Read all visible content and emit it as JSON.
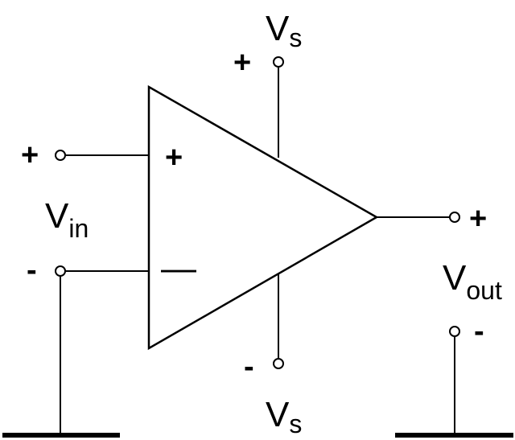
{
  "diagram": {
    "supply_top": {
      "label_main": "V",
      "label_sub": "s",
      "terminal_sign": "+"
    },
    "supply_bottom": {
      "label_main": "V",
      "label_sub": "s",
      "terminal_sign": "-"
    },
    "input": {
      "label_main": "V",
      "label_sub": "in",
      "plus_terminal_sign": "+",
      "minus_terminal_sign": "-",
      "noninverting_mark": "+",
      "inverting_mark": "—"
    },
    "output": {
      "label_main": "V",
      "label_sub": "out",
      "plus_terminal_sign": "+",
      "minus_terminal_sign": "-"
    }
  }
}
